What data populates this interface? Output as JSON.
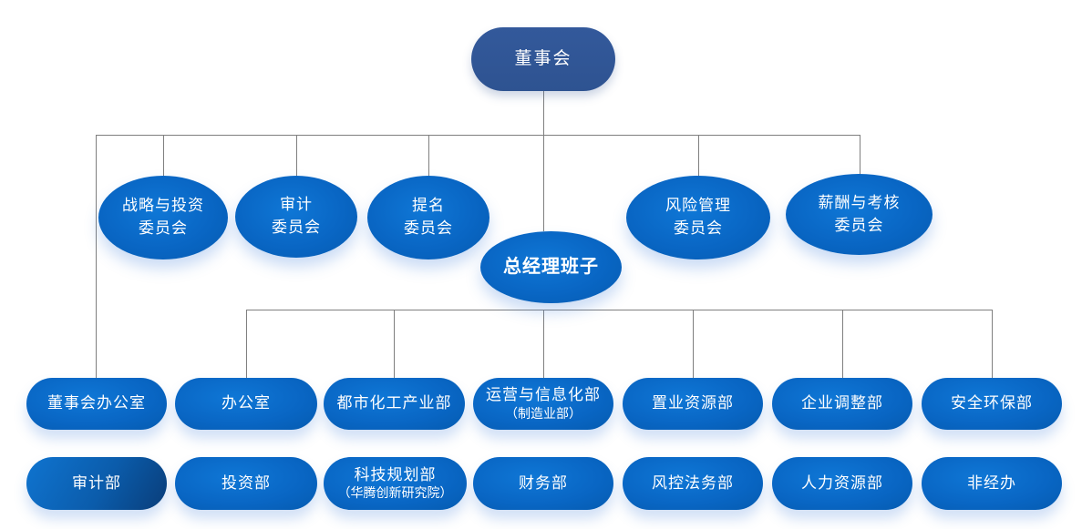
{
  "org_chart": {
    "board": {
      "label": "董事会"
    },
    "committees": [
      {
        "line1": "战略与投资",
        "line2": "委员会"
      },
      {
        "line1": "审计",
        "line2": "委员会"
      },
      {
        "line1": "提名",
        "line2": "委员会"
      },
      {
        "line1": "风险管理",
        "line2": "委员会"
      },
      {
        "line1": "薪酬与考核",
        "line2": "委员会"
      }
    ],
    "general_manager": {
      "label": "总经理班子"
    },
    "departments_row1": [
      {
        "label": "董事会办公室"
      },
      {
        "label": "办公室"
      },
      {
        "label": "都市化工产业部"
      },
      {
        "label": "运营与信息化部",
        "sublabel": "（制造业部）"
      },
      {
        "label": "置业资源部"
      },
      {
        "label": "企业调整部"
      },
      {
        "label": "安全环保部"
      }
    ],
    "departments_row2": [
      {
        "label": "审计部"
      },
      {
        "label": "投资部"
      },
      {
        "label": "科技规划部",
        "sublabel": "（华腾创新研究院）"
      },
      {
        "label": "财务部"
      },
      {
        "label": "风控法务部"
      },
      {
        "label": "人力资源部"
      },
      {
        "label": "非经办"
      }
    ],
    "colors": {
      "board_fill": "#2e5391",
      "node_fill_bright": "#0966c4",
      "node_fill_dark": "#093d79",
      "connector": "#7f7f7f",
      "text": "#ffffff"
    }
  }
}
